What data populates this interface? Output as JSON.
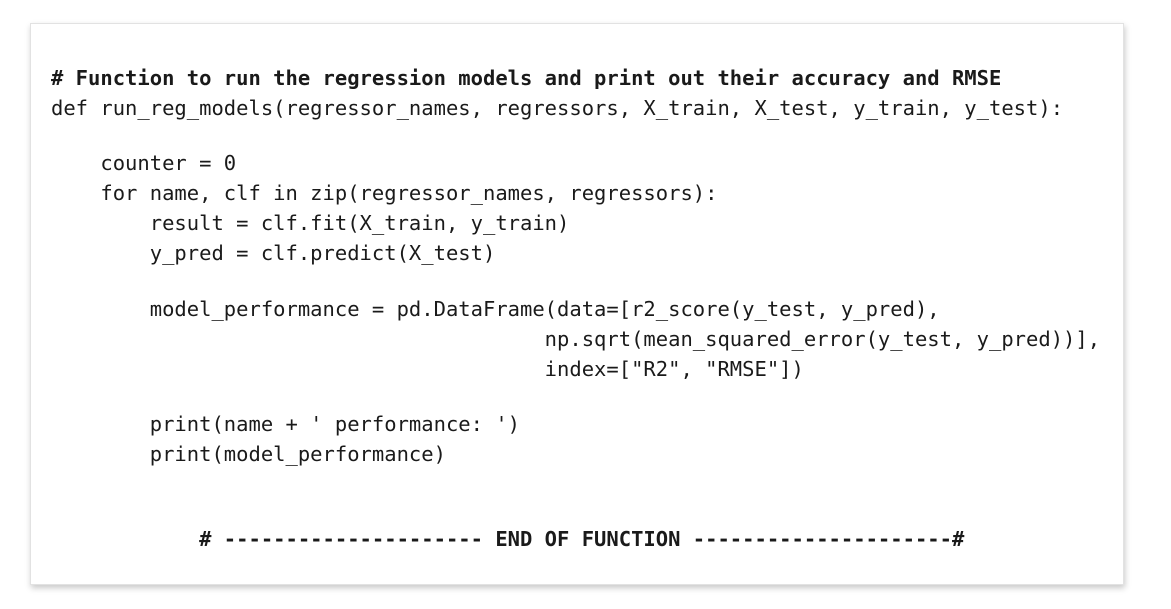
{
  "code": {
    "lines": [
      {
        "text": "# Function to run the regression models and print out their accuracy and RMSE",
        "bold": true
      },
      {
        "text": "def run_reg_models(regressor_names, regressors, X_train, X_test, y_train, y_test):",
        "bold": false
      },
      {
        "text": "    counter = 0",
        "bold": false
      },
      {
        "text": "    for name, clf in zip(regressor_names, regressors):",
        "bold": false
      },
      {
        "text": "        result = clf.fit(X_train, y_train)",
        "bold": false
      },
      {
        "text": "        y_pred = clf.predict(X_test)",
        "bold": false
      },
      {
        "text": "        model_performance = pd.DataFrame(data=[r2_score(y_test, y_pred),",
        "bold": false
      },
      {
        "text": "                                        np.sqrt(mean_squared_error(y_test, y_pred))],",
        "bold": false
      },
      {
        "text": "                                        index=[\"R2\", \"RMSE\"])",
        "bold": false
      },
      {
        "text": "        print(name + ' performance: ')",
        "bold": false
      },
      {
        "text": "        print(model_performance)",
        "bold": false
      },
      {
        "text": "            # --------------------- END OF FUNCTION ---------------------#",
        "bold": true
      }
    ]
  }
}
